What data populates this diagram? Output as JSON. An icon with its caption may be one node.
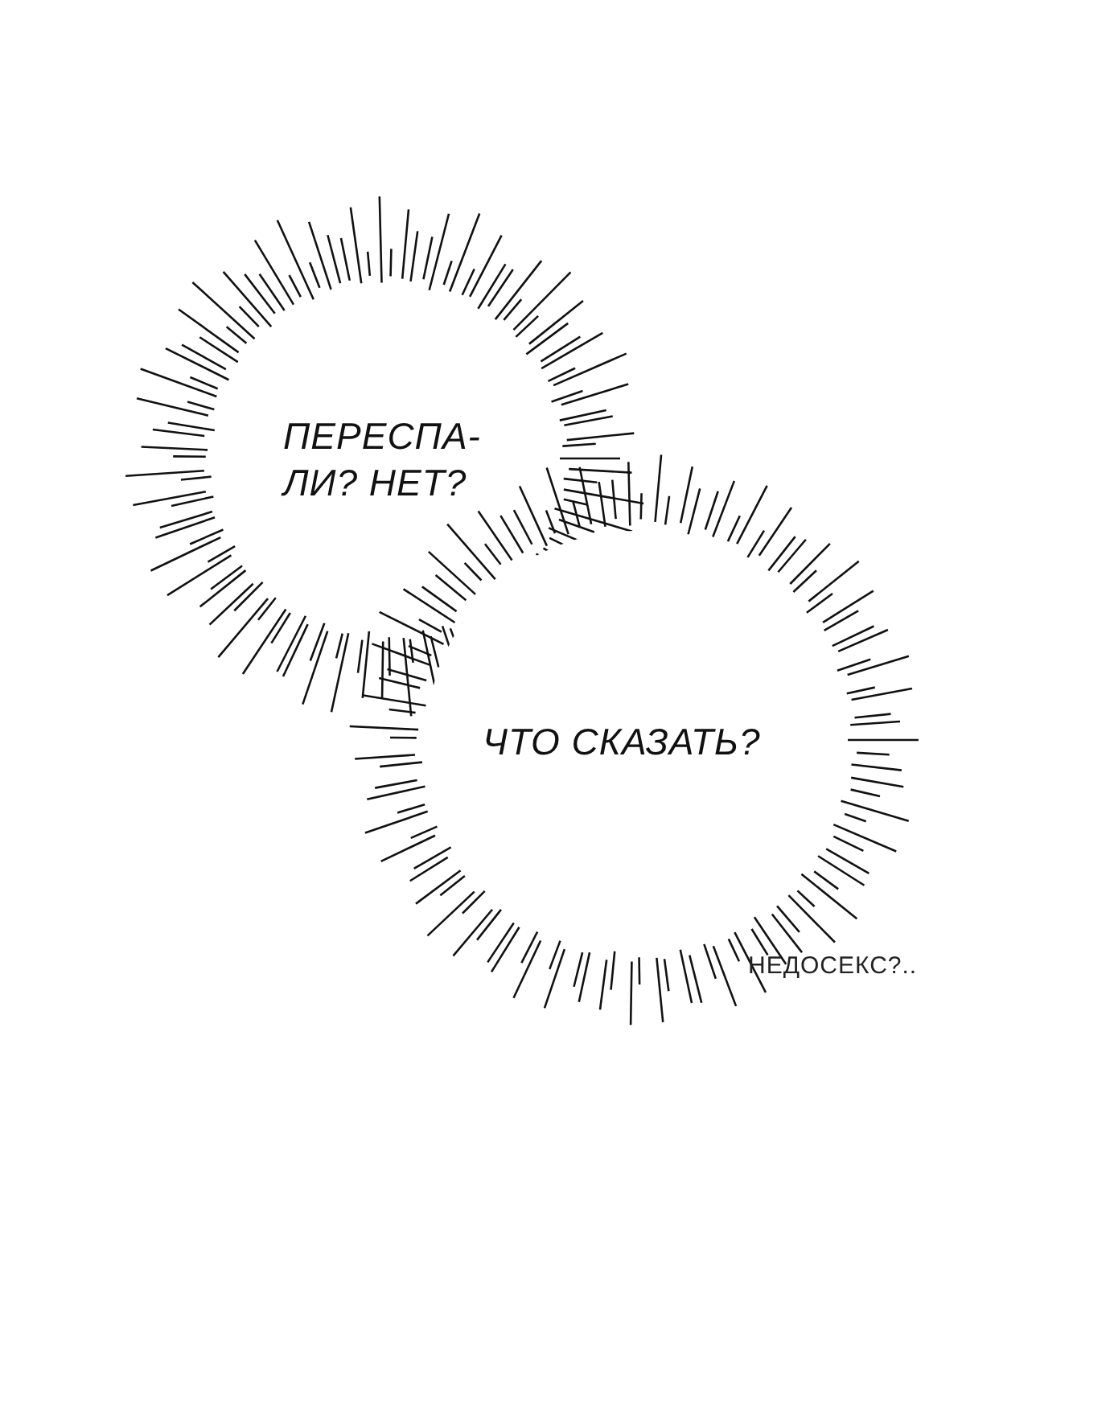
{
  "diagram": {
    "nodes": [
      {
        "text": [
          "ПЕРЕСПА- ЛИ? НЕТ?"
        ]
      },
      {
        "text": [
          "ЧТО СКАЗАТЬ?"
        ]
      }
    ],
    "labels": [
      "НЕДОСЕКС?.."
    ]
  }
}
